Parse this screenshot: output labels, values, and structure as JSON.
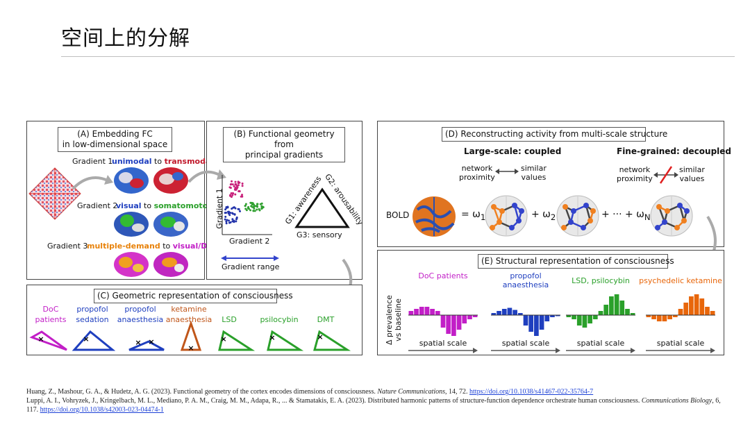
{
  "slide": {
    "title": "空间上的分解"
  },
  "panel_a": {
    "caption": "(A) Embedding FC\nin low-dimensional space",
    "gradient1_label": "Gradient 1",
    "gradient1_from": "unimodal",
    "gradient1_to_word": "to",
    "gradient1_to": "transmodal",
    "gradient2_label": "Gradient 2",
    "gradient2_from": "visual",
    "gradient2_to_word": "to",
    "gradient2_to": "somatomotor",
    "gradient3_label": "Gradient 3",
    "gradient3_from": "multiple-demand",
    "gradient3_to_word": "to",
    "gradient3_to": "visual/DMN"
  },
  "panel_b": {
    "caption": "(B) Functional geometry from\nprincipal gradients",
    "y_axis": "Gradient 1",
    "x_axis": "Gradient 2",
    "range_label": "Gradient range",
    "side_g1": "G1: awareness",
    "side_g2": "G2: arousability",
    "side_g3": "G3: sensory"
  },
  "panel_c": {
    "caption": "(C) Geometric representation of consciousness",
    "conditions": [
      {
        "line1": "DoC",
        "line2": "patients",
        "color": "#c21fc7"
      },
      {
        "line1": "propofol",
        "line2": "sedation",
        "color": "#1f3fbf"
      },
      {
        "line1": "propofol",
        "line2": "anaesthesia",
        "color": "#1f3fbf"
      },
      {
        "line1": "ketamine",
        "line2": "anaesthesia",
        "color": "#c0561a"
      },
      {
        "line1": "",
        "line2": "LSD",
        "color": "#2aa02a"
      },
      {
        "line1": "",
        "line2": "psilocybin",
        "color": "#2aa02a"
      },
      {
        "line1": "",
        "line2": "DMT",
        "color": "#2aa02a"
      }
    ]
  },
  "panel_d": {
    "caption": "(D) Reconstructing activity from multi-scale structure",
    "large_scale": "Large-scale: coupled",
    "fine_grained": "Fine-grained: decoupled",
    "network_proximity": "network\nproximity",
    "similar_values": "similar\nvalues",
    "bold": "BOLD",
    "eq": "= ω",
    "eq_sub1": "1",
    "plus": "+ ω",
    "eq_sub2": "2",
    "plus_dots": "+ ··· + ω",
    "eq_subN": "N"
  },
  "panel_e": {
    "caption": "(E) Structural representation of consciousness",
    "y_label": "Δ prevalence\nvs baseline",
    "x_label": "spatial scale",
    "groups": [
      {
        "title": "DoC patients",
        "color": "#c21fc7"
      },
      {
        "title": "propofol\nanaesthesia",
        "color": "#1f3fbf"
      },
      {
        "title": "LSD, psilocybin",
        "color": "#2aa02a"
      },
      {
        "title": "psychedelic ketamine",
        "color": "#e8660a"
      }
    ]
  },
  "chart_data": [
    {
      "type": "bar",
      "title": "DoC patients",
      "xlabel": "spatial scale",
      "values": [
        0.2,
        0.3,
        0.4,
        0.4,
        0.3,
        0.2,
        -0.6,
        -0.9,
        -1.0,
        -0.7,
        -0.4,
        -0.2,
        -0.1
      ]
    },
    {
      "type": "bar",
      "title": "propofol\nanaesthesia",
      "xlabel": "spatial scale",
      "values": [
        0.1,
        0.2,
        0.3,
        0.35,
        0.25,
        0.1,
        -0.5,
        -0.8,
        -1.0,
        -0.7,
        -0.3,
        -0.1,
        -0.05
      ]
    },
    {
      "type": "bar",
      "title": "LSD, psilocybin",
      "xlabel": "spatial scale",
      "values": [
        -0.1,
        -0.2,
        -0.5,
        -0.6,
        -0.4,
        -0.2,
        0.2,
        0.5,
        0.9,
        1.0,
        0.7,
        0.3,
        0.1
      ]
    },
    {
      "type": "bar",
      "title": "psychedelic ketamine",
      "xlabel": "spatial scale",
      "values": [
        -0.1,
        -0.2,
        -0.3,
        -0.3,
        -0.2,
        -0.1,
        0.3,
        0.6,
        0.9,
        1.0,
        0.8,
        0.4,
        0.2
      ]
    }
  ],
  "references": {
    "ref1_text": "Huang, Z., Mashour, G. A., & Hudetz, A. G. (2023). Functional geometry of the cortex encodes dimensions of consciousness. ",
    "ref1_journal": "Nature Communications",
    "ref1_vol": ", 14, 72. ",
    "ref1_link": "https://doi.org/10.1038/s41467-022-35764-7",
    "ref2_text": "Luppi, A. I., Vohryzek, J., Kringelbach, M. L., Mediano, P. A. M., Craig, M. M., Adapa, R., ... & Stamatakis, E. A. (2023). Distributed harmonic patterns of structure-function dependence orchestrate human consciousness. ",
    "ref2_journal": "Communications Biology",
    "ref2_vol": ", 6, 117. ",
    "ref2_link": "https://doi.org/10.1038/s42003-023-04474-1"
  }
}
